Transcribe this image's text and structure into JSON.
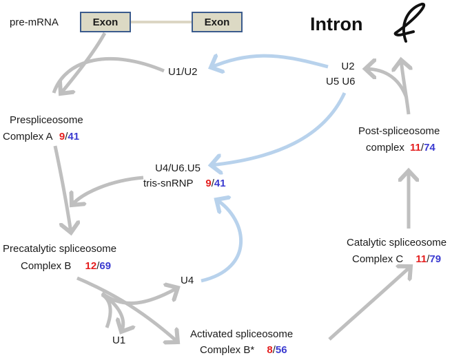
{
  "colors": {
    "gray_arrow": "#bfbfbf",
    "blue_arrow": "#b8d2ec",
    "count_red": "#e41e1e",
    "count_blue": "#3b3bd0",
    "exon_fill": "#dcd9c4",
    "exon_border": "#3a5a8c"
  },
  "pre_mrna": {
    "label": "pre-mRNA",
    "exon1": "Exon",
    "exon2": "Exon"
  },
  "intron": {
    "label": "Intron"
  },
  "snrnp": {
    "u1_u2": "U1/U2",
    "u2": "U2",
    "u5_u6": "U5  U6",
    "tri_line1": "U4/U6.U5",
    "tri_line2": "tris-snRNP",
    "tri_red": "9",
    "tri_blue": "41",
    "u4": "U4",
    "u1": "U1"
  },
  "complexes": {
    "a": {
      "line1": "Prespliceosome",
      "line2": "Complex A",
      "red": "9",
      "blue": "41"
    },
    "b": {
      "line1": "Precatalytic spliceosome",
      "line2": "Complex B",
      "red": "12",
      "blue": "69"
    },
    "bstar": {
      "line1": "Activated spliceosome",
      "line2": "Complex B*",
      "red": "8",
      "blue": "56"
    },
    "c": {
      "line1": "Catalytic spliceosome",
      "line2": "Complex C",
      "red": "11",
      "blue": "79"
    },
    "post": {
      "line1": "Post-spliceosome",
      "line2": "complex",
      "red": "11",
      "blue": "74"
    }
  }
}
